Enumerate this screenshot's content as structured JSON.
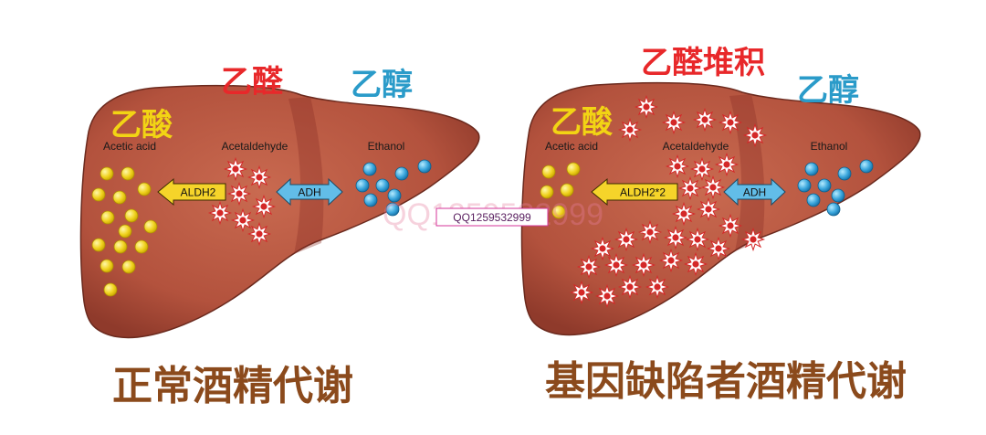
{
  "panels": [
    {
      "id": "normal",
      "labels": {
        "acetaldehyde_cn": "乙醛",
        "ethanol_cn": "乙醇",
        "acetic_acid_cn": "乙酸",
        "acetic_acid_en": "Acetic acid",
        "acetaldehyde_en": "Acetaldehyde",
        "ethanol_en": "Ethanol"
      },
      "enzymes": {
        "aldh": "ALDH2",
        "adh": "ADH"
      },
      "caption": "正常酒精代谢"
    },
    {
      "id": "deficient",
      "labels": {
        "acetaldehyde_cn": "乙醛堆积",
        "ethanol_cn": "乙醇",
        "acetic_acid_cn": "乙酸",
        "acetic_acid_en": "Acetic acid",
        "acetaldehyde_en": "Acetaldehyde",
        "ethanol_en": "Ethanol"
      },
      "enzymes": {
        "aldh": "ALDH2*2",
        "adh": "ADH"
      },
      "caption": "基因缺陷者酒精代谢"
    }
  ],
  "watermark": {
    "box_text": "QQ1259532999",
    "background_text": "QQ1259532999"
  },
  "colors": {
    "liver": "#b5553f",
    "liver_outline": "#6b2a1e",
    "acetaldehyde_label": "#e8282a",
    "ethanol_label": "#2a9bc9",
    "acetic_acid_label": "#f2d414",
    "caption": "#8b4a1c",
    "aldh_arrow": "#f5d42a",
    "adh_arrow": "#62bde8",
    "acetic_acid_molecule": "#f0d21f",
    "ethanol_molecule": "#1f93cc",
    "acetaldehyde_molecule": "#d42828"
  }
}
